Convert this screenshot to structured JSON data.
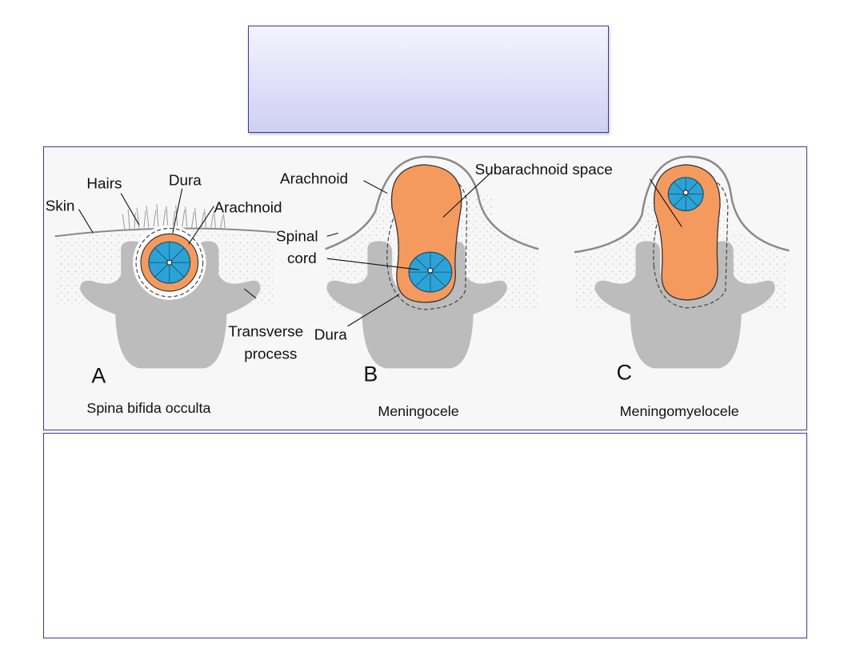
{
  "panel_a": {
    "letter": "A",
    "caption": "Spina bifida occulta",
    "labels": {
      "hairs": "Hairs",
      "dura": "Dura",
      "skin": "Skin",
      "arachnoid": "Arachnoid",
      "spinal_1": "Spinal",
      "spinal_2": "cord",
      "transverse_1": "Transverse",
      "transverse_2": "process"
    }
  },
  "panel_b": {
    "letter": "B",
    "caption": "Meningocele",
    "labels": {
      "arachnoid": "Arachnoid",
      "dura": "Dura",
      "subarachnoid": "Subarachnoid space"
    }
  },
  "panel_c": {
    "letter": "C",
    "caption": "Meningomyelocele"
  },
  "colors": {
    "csf": "#f59a5e",
    "cord": "#2ba3d6",
    "bone": "#bcbcbc",
    "skin": "#8a8a8a"
  }
}
